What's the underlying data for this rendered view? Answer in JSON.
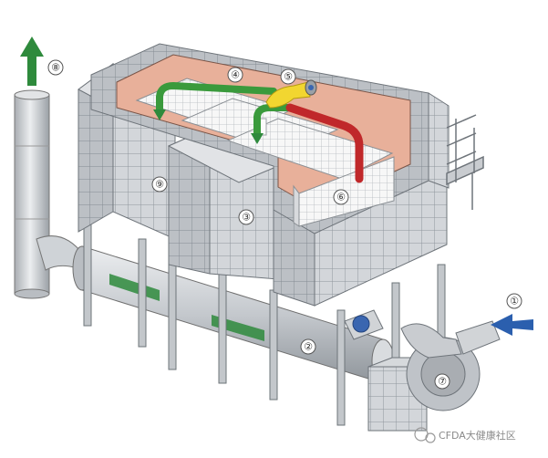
{
  "diagram": {
    "labels": {
      "l1": "①",
      "l2": "②",
      "l3": "③",
      "l4": "④",
      "l5": "⑤",
      "l6": "⑥",
      "l7": "⑦",
      "l8": "⑧",
      "l9": "⑨"
    },
    "watermark": "CFDA大健康社区",
    "colors": {
      "inlet_arrow": "#2b5fae",
      "outlet_arrow": "#2e8a3c",
      "hot_pipe": "#c0282a",
      "clean_pipe": "#3a9a3c",
      "combustion_chamber": "#e8b09a",
      "burner": "#f2d630",
      "steel": "#c9ccd0",
      "catalyst": "#f6f6f6"
    }
  }
}
